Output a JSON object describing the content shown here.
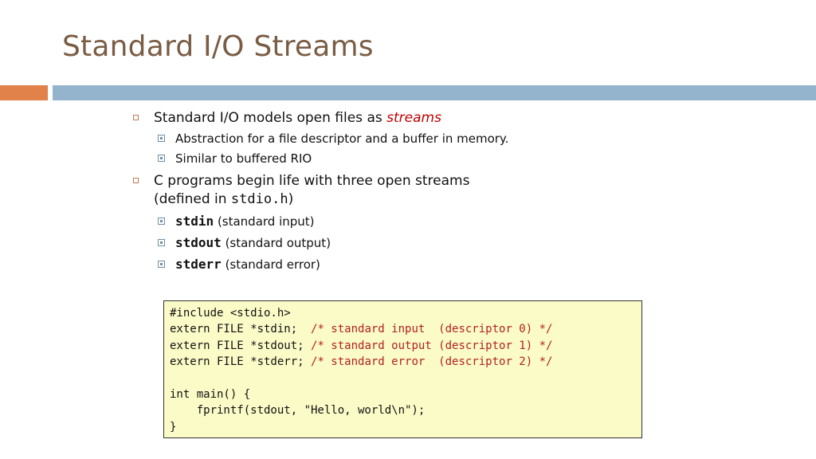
{
  "slide": {
    "title": "Standard I/O Streams",
    "colors": {
      "title": "#7a5c44",
      "accent_orange": "#e0824a",
      "accent_blue": "#93b4cc",
      "emphasis_red": "#c00000",
      "code_bg": "#fbfbc8",
      "comment_red": "#b22222"
    }
  },
  "bullets": {
    "b1": {
      "text": "Standard I/O models open files as ",
      "emph": "streams"
    },
    "b1_sub1": "Abstraction for a file descriptor and a buffer in memory.",
    "b1_sub2": "Similar to buffered RIO",
    "b2": {
      "line1": "C programs begin life with three open streams",
      "line2_pre": "(defined in ",
      "line2_code": "stdio.h",
      "line2_post": ")"
    },
    "streams": [
      {
        "name": "stdin",
        "desc": " (standard input)"
      },
      {
        "name": "stdout",
        "desc": " (standard output)"
      },
      {
        "name": "stderr",
        "desc": " (standard error)"
      }
    ]
  },
  "code": {
    "include": "#include <stdio.h>",
    "decl1": "extern FILE *stdin;  ",
    "cmt1": "/* standard input  (descriptor 0) */",
    "decl2": "extern FILE *stdout; ",
    "cmt2": "/* standard output (descriptor 1) */",
    "decl3": "extern FILE *stderr; ",
    "cmt3": "/* standard error  (descriptor 2) */",
    "main_open": "int main() {",
    "body": "    fprintf(stdout, \"Hello, world\\n\");",
    "main_close": "}"
  }
}
